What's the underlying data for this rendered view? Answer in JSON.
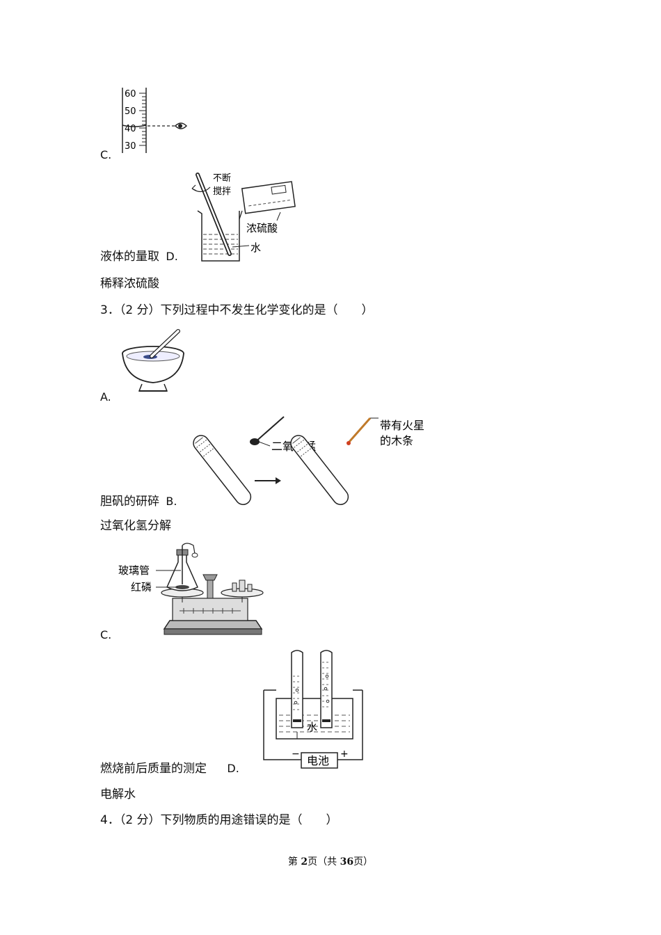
{
  "q2": {
    "c_label": "C.",
    "c_caption": "液体的量取",
    "d_label": "D.",
    "d_caption": "稀释浓硫酸",
    "cylinder_ticks": [
      "60",
      "50",
      "40",
      "30"
    ],
    "d_labels": {
      "stir_1": "不断",
      "stir_2": "搅拌",
      "acid": "浓硫酸",
      "water": "水"
    }
  },
  "q3": {
    "stem": "3．（2 分）下列过程中不发生化学变化的是（　　）",
    "a_label": "A.",
    "a_caption": "胆矾的研碎",
    "b_label": "B.",
    "b_caption": "过氧化氢分解",
    "b_labels": {
      "mno2": "二氧化锰",
      "stick_1": "带有火星",
      "stick_2": "的木条"
    },
    "c_label": "C.",
    "c_caption": "燃烧前后质量的测定",
    "c_labels": {
      "tube": "玻璃管",
      "phosphorus": "红磷"
    },
    "d_label": "D.",
    "d_caption": "电解水",
    "d_labels": {
      "water": "水",
      "battery": "电池",
      "neg": "−",
      "pos": "+"
    }
  },
  "q4": {
    "stem": "4．（2 分）下列物质的用途错误的是（　　）"
  },
  "footer": {
    "pre": "第 ",
    "page": "2",
    "mid": "页（共 ",
    "total": "36",
    "post": "页）"
  }
}
